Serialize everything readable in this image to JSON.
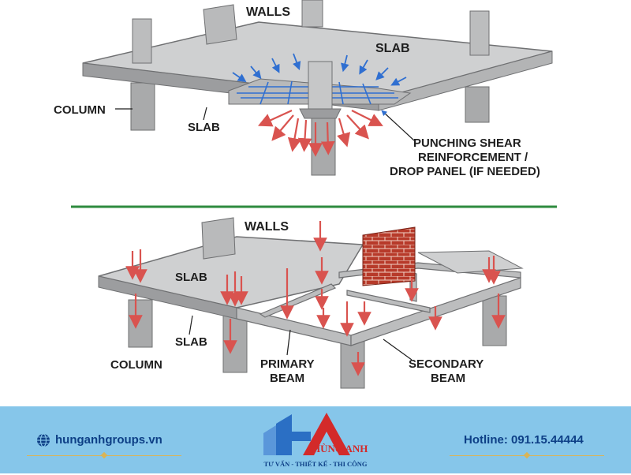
{
  "top_diagram": {
    "walls_label": "WALLS",
    "slab_label_top": "SLAB",
    "slab_label_left": "SLAB",
    "column_label": "COLUMN",
    "punching_line_1": "PUNCHING SHEAR",
    "punching_line_2": "REINFORCEMENT /",
    "punching_line_3": "DROP PANEL (IF NEEDED)"
  },
  "bottom_diagram": {
    "walls_label": "WALLS",
    "slab_label_top": "SLAB",
    "slab_label_left": "SLAB",
    "column_label": "COLUMN",
    "primary_beam_line_1": "PRIMARY",
    "primary_beam_line_2": "BEAM",
    "secondary_beam_line_1": "SECONDARY",
    "secondary_beam_line_2": "BEAM"
  },
  "footer": {
    "website": "hunganhgroups.vn",
    "hotline": "Hotline: 091.15.44444",
    "brand_name": "HÙNG ANH",
    "brand_tagline": "TƯ VẤN - THIẾT KẾ - THI CÔNG",
    "globe_icon": "globe-icon",
    "logo_icon": "hung-anh-logo"
  },
  "colors": {
    "concrete": "#c9cacb",
    "concrete_dark": "#8e8f91",
    "load_arrow": "#d9534f",
    "rebar": "#2f6fd1",
    "divider": "#2e8b3e",
    "footer_bg": "#86c6ea",
    "footer_text": "#0d3f86",
    "brand_red": "#d32a2a"
  }
}
